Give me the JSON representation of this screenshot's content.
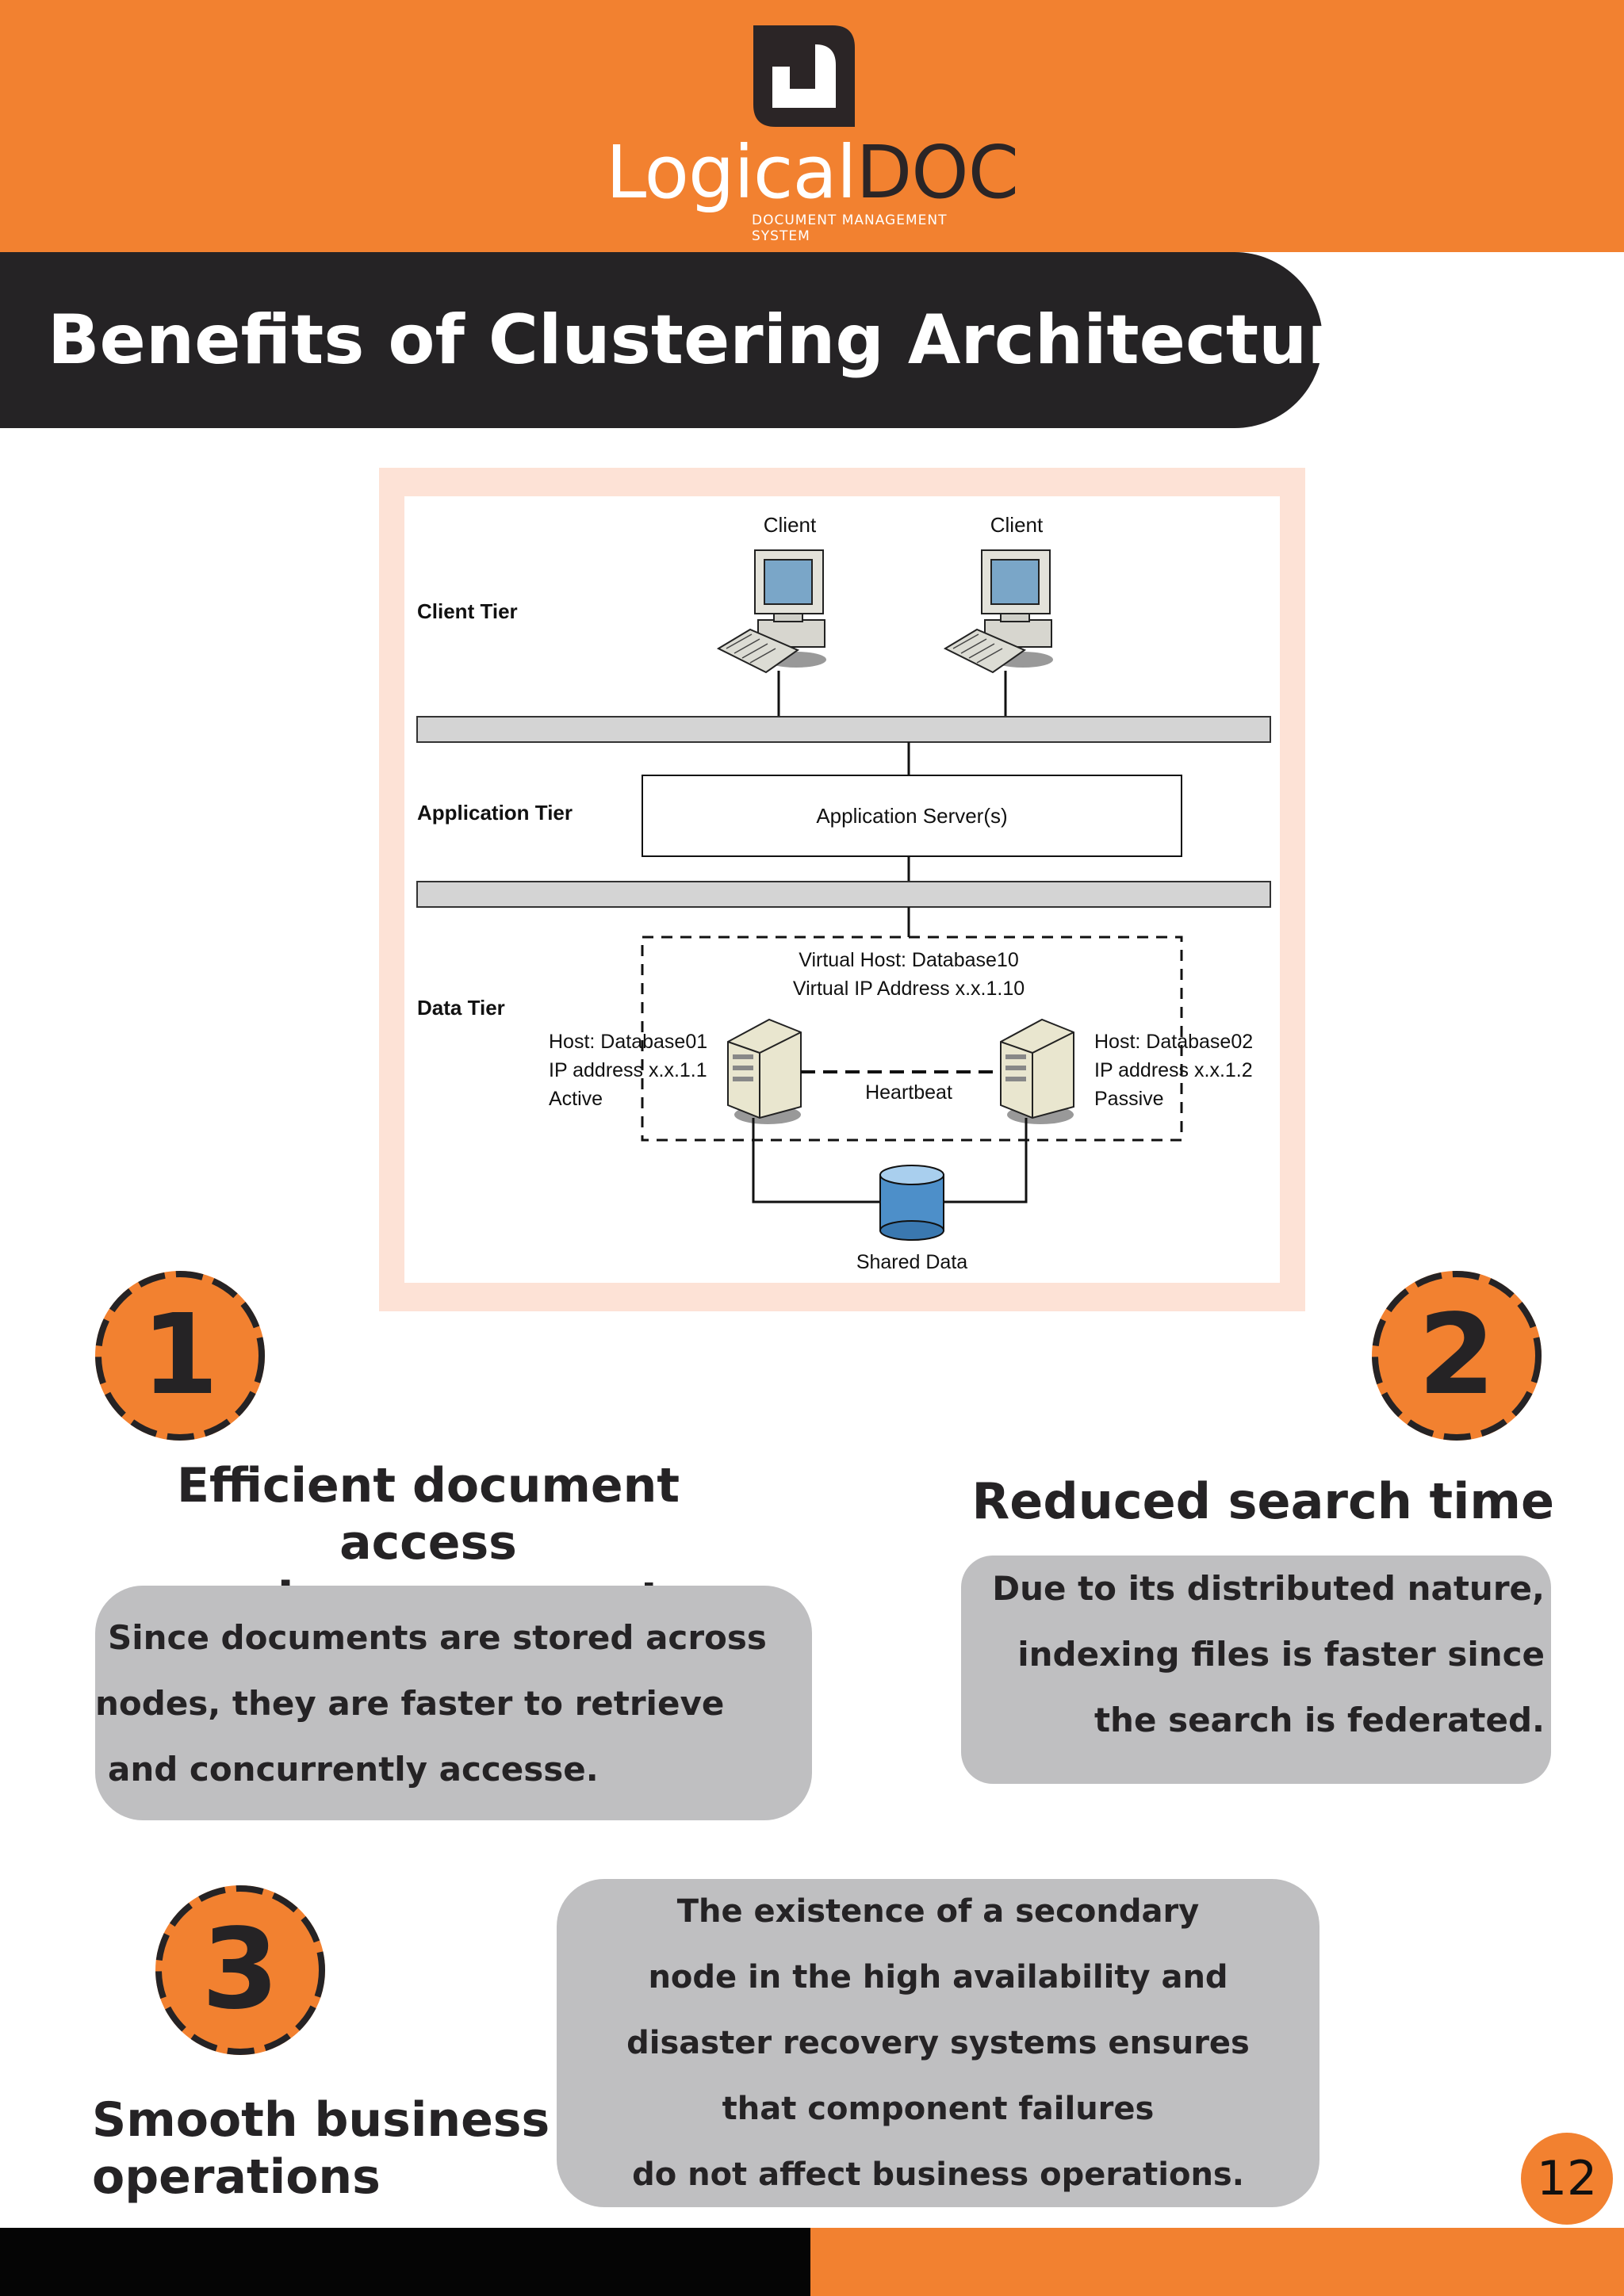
{
  "header": {
    "logo_prefix": "Logical",
    "logo_suffix": "DOC",
    "logo_tagline": "DOCUMENT MANAGEMENT SYSTEM",
    "brand_color": "#f28130",
    "dark_color": "#252325"
  },
  "title": "Benefits of Clustering Architectures",
  "diagram": {
    "client_tier": "Client Tier",
    "client_1": "Client",
    "client_2": "Client",
    "application_tier": "Application Tier",
    "app_server": "Application Server(s)",
    "data_tier": "Data Tier",
    "virtual_host": "Virtual Host: Database10",
    "virtual_ip": "Virtual IP Address x.x.1.10",
    "host1_name": "Host: Database01",
    "host1_ip": "IP address x.x.1.1",
    "host1_state": "Active",
    "heartbeat": "Heartbeat",
    "host2_name": "Host: Database02",
    "host2_ip": "IP address x.x.1.2",
    "host2_state": "Passive",
    "shared_data": "Shared Data"
  },
  "benefits": [
    {
      "number": "1",
      "heading_lines": [
        "Efficient document access",
        "and management"
      ],
      "text_lines": [
        "Since documents are stored across",
        "nodes, they are faster to retrieve",
        "and concurrently accesse."
      ]
    },
    {
      "number": "2",
      "heading_lines": [
        "Reduced search time"
      ],
      "text_lines": [
        "Due to its distributed nature,",
        "indexing files is faster since",
        "the search is federated."
      ]
    },
    {
      "number": "3",
      "heading_lines": [
        "Smooth business",
        "operations"
      ],
      "text_lines": [
        "The existence of a secondary",
        "node in the high availability and",
        "disaster recovery systems ensures",
        "that component failures",
        "do not affect business operations."
      ]
    }
  ],
  "page_number": "12"
}
